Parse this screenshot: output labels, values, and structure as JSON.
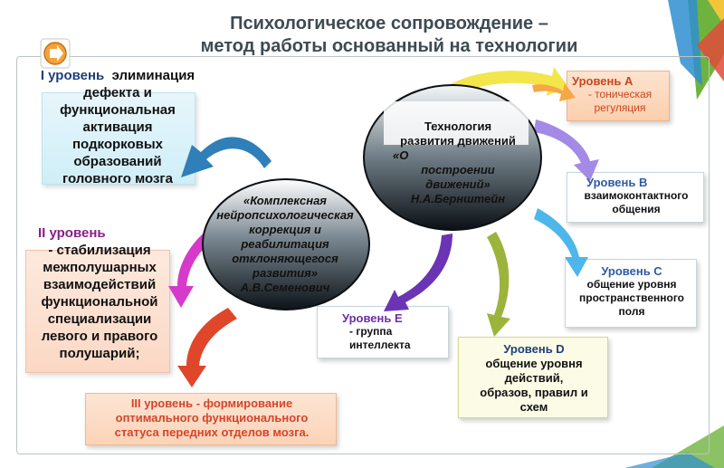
{
  "title": {
    "line1": "Психологическое сопровождение –",
    "line2": "метод работы основанный на технологии"
  },
  "center_left": {
    "lines": [
      "«Комплексная",
      "нейропсихологическая",
      "коррекция и",
      "реабилитация",
      "отклоняющегося",
      "развития»",
      "А.В.Семенович"
    ]
  },
  "center_right": {
    "lines": [
      "Технология",
      "развития движений",
      "«О",
      "построении",
      "движений»",
      "Н.А.Бернштейн"
    ]
  },
  "level1": {
    "label": "I уровень",
    "text1": "элиминация",
    "lines": [
      "дефекта и",
      "функциональная",
      "активация",
      "подкорковых",
      "образований",
      "головного мозга"
    ]
  },
  "level2": {
    "label": "II уровень",
    "lines": [
      "- стабилизация",
      "межполушарных",
      "взаимодействий",
      "функциональной",
      "специализации",
      "левого и правого",
      "полушарий;"
    ]
  },
  "level3": {
    "lines": [
      "III  уровень  -  формирование",
      "оптимального    функционального",
      "статуса передних отделов мозга."
    ]
  },
  "levelA": {
    "label": "Уровень А",
    "lines": [
      "- тоническая",
      "регуляция"
    ]
  },
  "levelB": {
    "label": "Уровень В",
    "lines": [
      "взаимоконтактного",
      "общения"
    ]
  },
  "levelC": {
    "label": "Уровень С",
    "lines": [
      "общение уровня",
      "пространственного",
      "поля"
    ]
  },
  "levelD": {
    "label": "Уровень D",
    "lines": [
      "общение уровня",
      "действий,",
      "образов,  правил и",
      "схем"
    ]
  },
  "levelE": {
    "label": "Уровень Е",
    "lines": [
      "- группа",
      "интеллекта"
    ]
  },
  "colors": {
    "title": "#3d4b52",
    "arrow_blue": "#2f7fb8",
    "arrow_magenta": "#d63acb",
    "arrow_red": "#e0462a",
    "arrow_yellow": "#f3e64a",
    "arrow_orange": "#f6a845",
    "arrow_lavender": "#a38ae6",
    "arrow_skyblue": "#4db6ea",
    "arrow_olive": "#9cb43c",
    "arrow_purple": "#6b34b5",
    "ribbon_green": "#6fb33f",
    "ribbon_blue": "#2f8ed0",
    "ribbon_red": "#e04b3a",
    "ribbon_yellow": "#f2c53b"
  },
  "icons": {
    "nav": "orange-arrow-icon"
  }
}
